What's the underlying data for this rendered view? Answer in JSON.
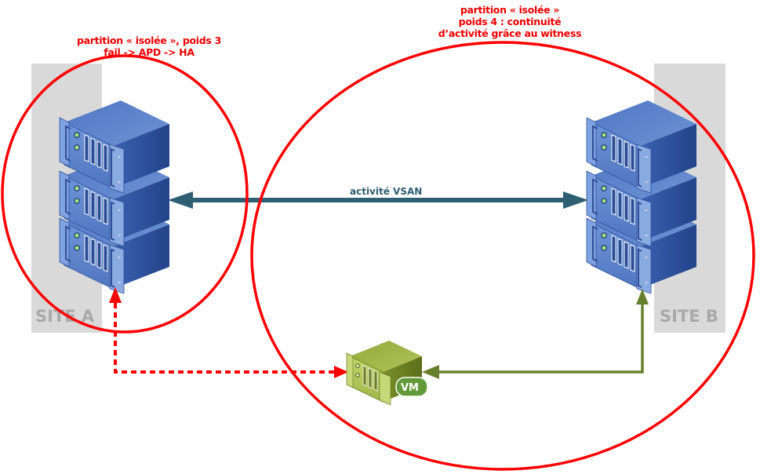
{
  "diagram": {
    "annotations": {
      "left": [
        "partition « isolée », poids 3",
        "fail -> APD -> HA"
      ],
      "right": [
        "partition « isolée »",
        "poids 4 : continuité",
        "d’activité grâce au witness"
      ]
    },
    "sites": [
      {
        "id": "site-a",
        "label": "SITE A",
        "servers": 3
      },
      {
        "id": "site-b",
        "label": "SITE B",
        "servers": 3
      }
    ],
    "links": [
      {
        "id": "vsan",
        "label": "activité VSAN",
        "from": "site-a",
        "to": "site-b",
        "style": "solid",
        "direction": "both",
        "color": "#2f5f73"
      },
      {
        "id": "witness-a",
        "label": "",
        "from": "site-a",
        "to": "witness-vm",
        "style": "dashed",
        "direction": "both",
        "color": "#ff0000"
      },
      {
        "id": "witness-b",
        "label": "",
        "from": "site-b",
        "to": "witness-vm",
        "style": "solid",
        "direction": "both",
        "color": "#677f2b"
      }
    ],
    "witness": {
      "id": "witness-vm",
      "label": "VM"
    },
    "partitions": [
      {
        "id": "partition-left",
        "contains": [
          "site-a"
        ],
        "color": "#ff0000"
      },
      {
        "id": "partition-right",
        "contains": [
          "site-b",
          "witness-vm"
        ],
        "color": "#ff0000"
      }
    ],
    "colors": {
      "partition": "#ff0000",
      "site_band": "#d9d9d9",
      "site_text": "#a9a9a9",
      "server_blue": "#3a63b4",
      "vm_green": "#8da03a"
    }
  }
}
